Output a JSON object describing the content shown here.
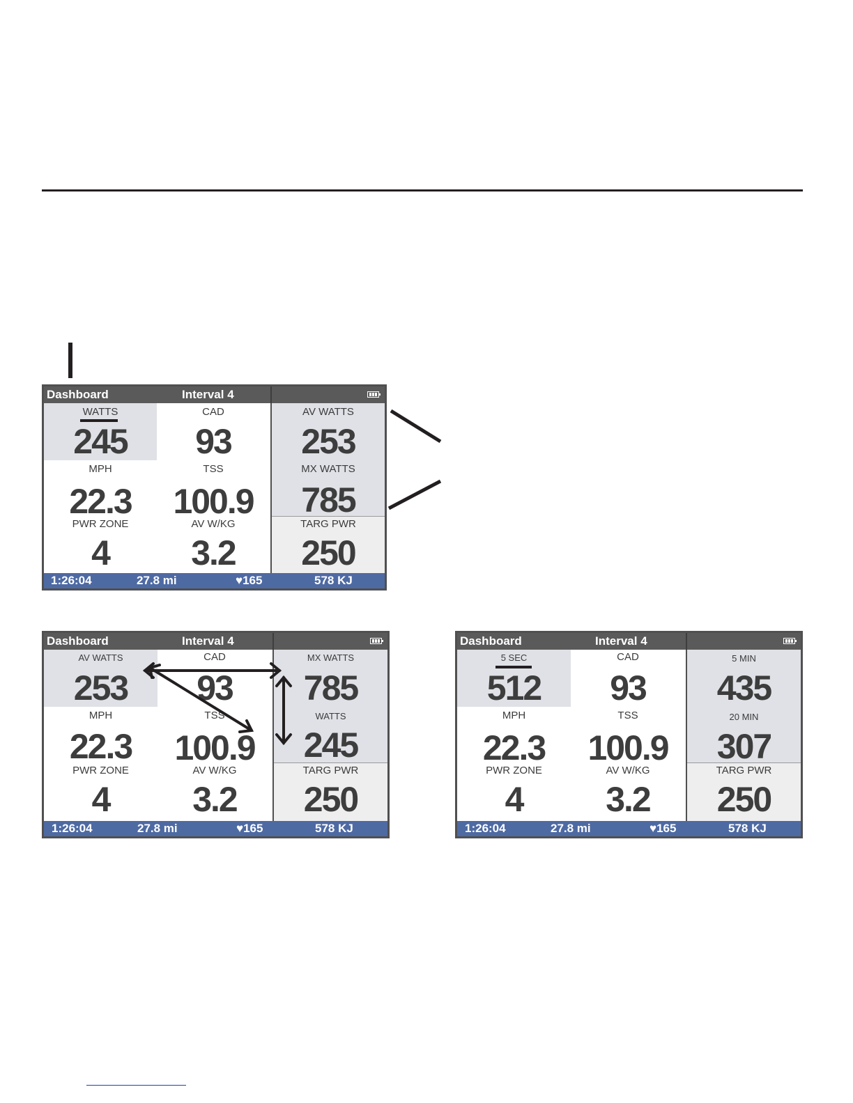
{
  "screens": [
    {
      "title": "Dashboard",
      "interval": "Interval 4",
      "col1": {
        "r1": {
          "label": "WATTS",
          "value": "245"
        },
        "r2": {
          "label": "MPH",
          "value": "22.3"
        },
        "r3": {
          "label": "PWR ZONE",
          "value": "4"
        }
      },
      "col2": {
        "r1": {
          "label": "CAD",
          "value": "93"
        },
        "r2": {
          "label": "TSS",
          "value": "100.9"
        },
        "r3": {
          "label": "AV W/KG",
          "value": "3.2"
        }
      },
      "col3": {
        "r1": {
          "label": "AV WATTS",
          "value": "253"
        },
        "r2": {
          "label": "MX WATTS",
          "value": "785"
        },
        "r3": {
          "label": "TARG PWR",
          "value": "250"
        }
      },
      "status": {
        "time": "1:26:04",
        "distance": "27.8 mi",
        "heart_rate": "♥165",
        "energy": "578 KJ"
      }
    },
    {
      "title": "Dashboard",
      "interval": "Interval 4",
      "col1": {
        "r1": {
          "label": "AV WATTS",
          "value": "253"
        },
        "r2": {
          "label": "MPH",
          "value": "22.3"
        },
        "r3": {
          "label": "PWR ZONE",
          "value": "4"
        }
      },
      "col2": {
        "r1": {
          "label": "CAD",
          "value": "93"
        },
        "r2": {
          "label": "TSS",
          "value": "100.9"
        },
        "r3": {
          "label": "AV W/KG",
          "value": "3.2"
        }
      },
      "col3": {
        "r1": {
          "label": "MX WATTS",
          "value": "785"
        },
        "r2": {
          "label": "WATTS",
          "value": "245"
        },
        "r3": {
          "label": "TARG PWR",
          "value": "250"
        }
      },
      "status": {
        "time": "1:26:04",
        "distance": "27.8 mi",
        "heart_rate": "♥165",
        "energy": "578 KJ"
      }
    },
    {
      "title": "Dashboard",
      "interval": "Interval 4",
      "col1": {
        "r1": {
          "label": "5 SEC",
          "value": "512"
        },
        "r2": {
          "label": "MPH",
          "value": "22.3"
        },
        "r3": {
          "label": "PWR ZONE",
          "value": "4"
        }
      },
      "col2": {
        "r1": {
          "label": "CAD",
          "value": "93"
        },
        "r2": {
          "label": "TSS",
          "value": "100.9"
        },
        "r3": {
          "label": "AV W/KG",
          "value": "3.2"
        }
      },
      "col3": {
        "r1": {
          "label": "5 MIN",
          "value": "435"
        },
        "r2": {
          "label": "20 MIN",
          "value": "307"
        },
        "r3": {
          "label": "TARG PWR",
          "value": "250"
        }
      },
      "status": {
        "time": "1:26:04",
        "distance": "27.8 mi",
        "heart_rate": "♥165",
        "energy": "578 KJ"
      }
    }
  ],
  "icons": {
    "battery": "battery-icon",
    "heart": "heart-icon",
    "swap_arrows": "swap-arrows-icon"
  }
}
